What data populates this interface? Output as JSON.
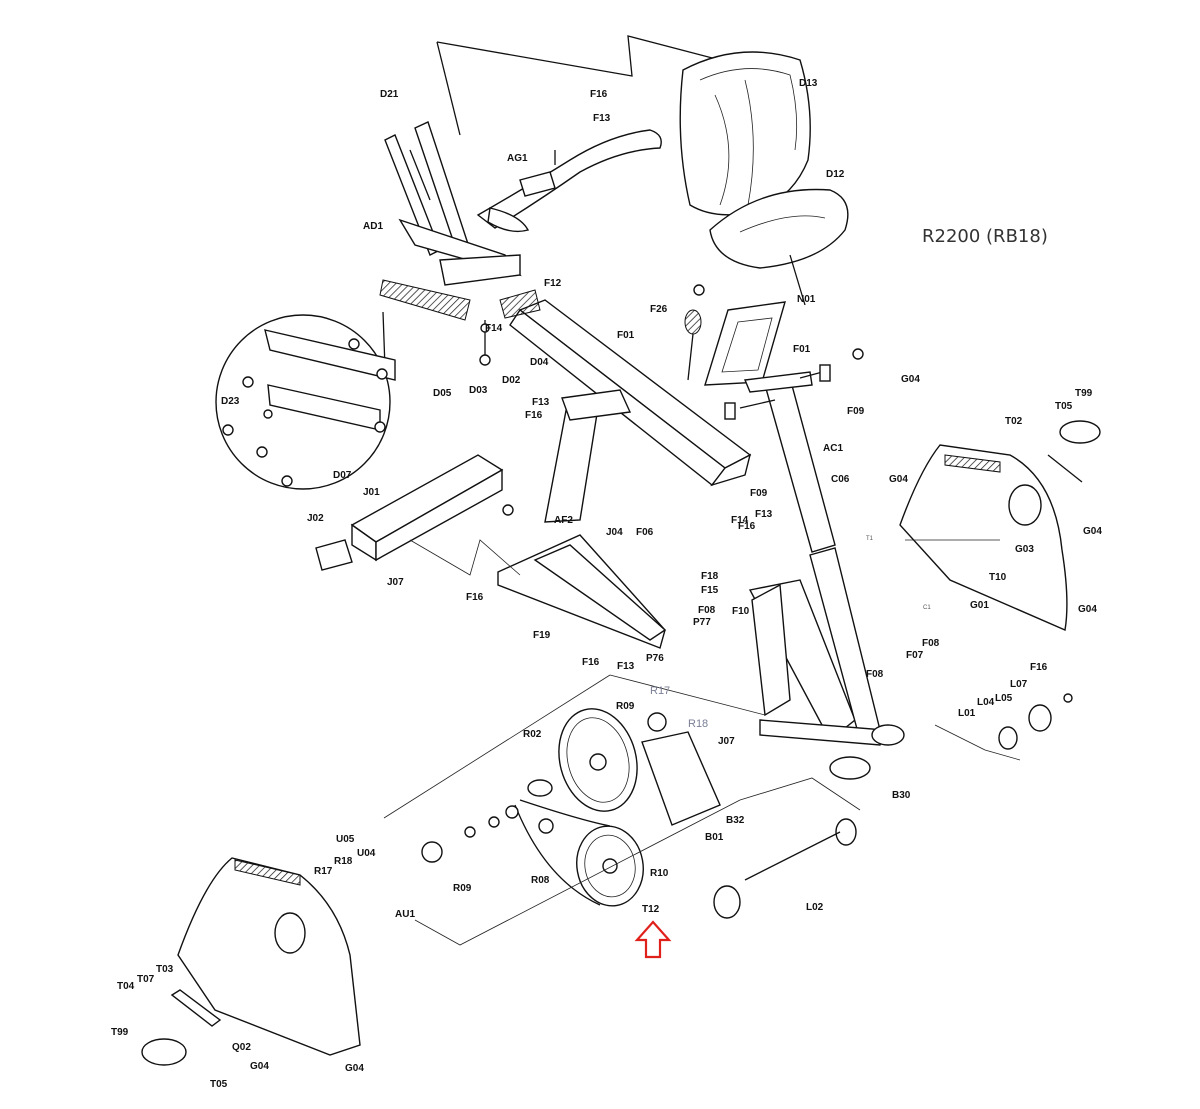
{
  "title": "R2200 (RB18)",
  "marker_label": "T12",
  "marker_color": "#e0201b",
  "labels": {
    "D21": "D21",
    "F16a": "F16",
    "F13a": "F13",
    "AG1": "AG1",
    "D13": "D13",
    "D12": "D12",
    "AD1": "AD1",
    "F12": "F12",
    "F14a": "F14",
    "D04": "D04",
    "D05": "D05",
    "D03": "D03",
    "D02": "D02",
    "F01a": "F01",
    "F26": "F26",
    "N01": "N01",
    "F01b": "F01",
    "G04a": "G04",
    "F09a": "F09",
    "T99a": "T99",
    "T05a": "T05",
    "T02": "T02",
    "D23": "D23",
    "D07": "D07",
    "F13b": "F13",
    "F16b": "F16",
    "AC1": "AC1",
    "C06": "C06",
    "F09b": "F09",
    "G04b": "G04",
    "J01": "J01",
    "AF2": "AF2",
    "F14b": "F14",
    "F13c": "F13",
    "F16c": "F16",
    "J02": "J02",
    "J07a": "J07",
    "J04": "J04",
    "F06": "F06",
    "F16d": "F16",
    "F19": "F19",
    "F18": "F18",
    "F15": "F15",
    "F08a": "F08",
    "F10": "F10",
    "P77": "P77",
    "P76": "P76",
    "F16e": "F16",
    "F13d": "F13",
    "G03": "G03",
    "T10": "T10",
    "G04c": "G04",
    "G01": "G01",
    "G04d": "G04",
    "F08b": "F08",
    "F07": "F07",
    "F08c": "F08",
    "R17a": "R17",
    "R18a": "R18",
    "R09a": "R09",
    "R02": "R02",
    "J07b": "J07",
    "F16f": "F16",
    "L07": "L07",
    "L05": "L05",
    "L04": "L04",
    "L01": "L01",
    "B30": "B30",
    "B32": "B32",
    "B01": "B01",
    "U05": "U05",
    "R18b": "R18",
    "U04": "U04",
    "R17b": "R17",
    "AU1": "AU1",
    "R09b": "R09",
    "R08": "R08",
    "R10": "R10",
    "L02": "L02",
    "T03": "T03",
    "T07": "T07",
    "T04": "T04",
    "T99b": "T99",
    "Q02": "Q02",
    "G04e": "G04",
    "G04f": "G04",
    "T05b": "T05",
    "Tn": "T1",
    "Ca": "C1"
  }
}
